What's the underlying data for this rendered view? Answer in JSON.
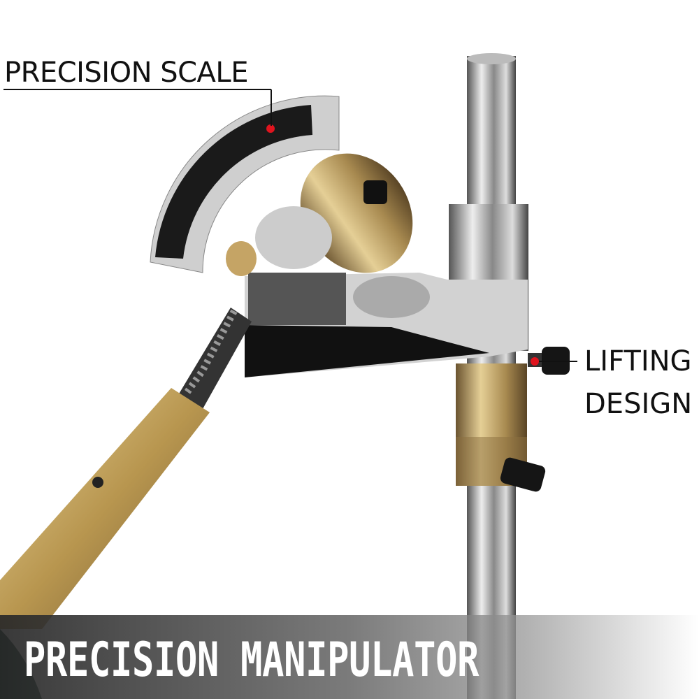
{
  "callouts": {
    "scale": "PRECISION SCALE",
    "lifting_line1": "LIFTING",
    "lifting_line2": "DESIGN"
  },
  "banner": {
    "title": "PRECISION MANIPULATOR"
  },
  "colors": {
    "marker": "#e0141e",
    "brass": "#b89a5e",
    "chrome": "#c9c9c9",
    "banner_dark": "#3a3a3a"
  }
}
